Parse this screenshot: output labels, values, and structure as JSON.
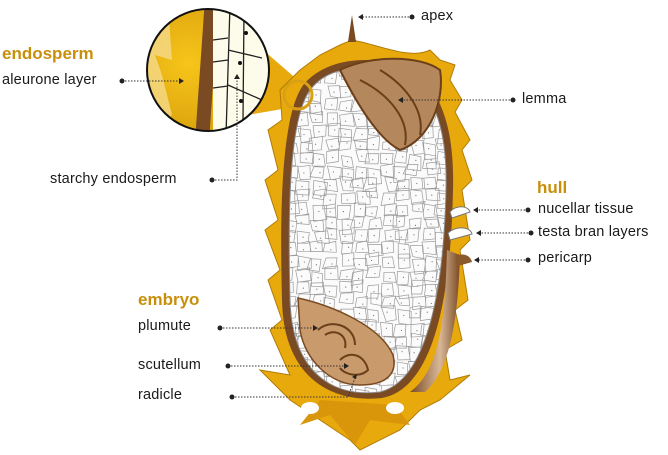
{
  "colors": {
    "gold": "#e8a90c",
    "brown": "#7a4a22",
    "heading": "#c8900a",
    "embryo": "#c99a6c"
  },
  "headings": {
    "endosperm": "endosperm",
    "hull": "hull",
    "embryo": "embryo"
  },
  "labels": {
    "apex": "apex",
    "aleurone_layer": "aleurone layer",
    "starchy_endosperm": "starchy endosperm",
    "lemma": "lemma",
    "nucellar_tissue": "nucellar tissue",
    "testa_bran_layers": "testa bran layers",
    "pericarp": "pericarp",
    "plumute": "plumute",
    "scutellum": "scutellum",
    "radicle": "radicle"
  }
}
